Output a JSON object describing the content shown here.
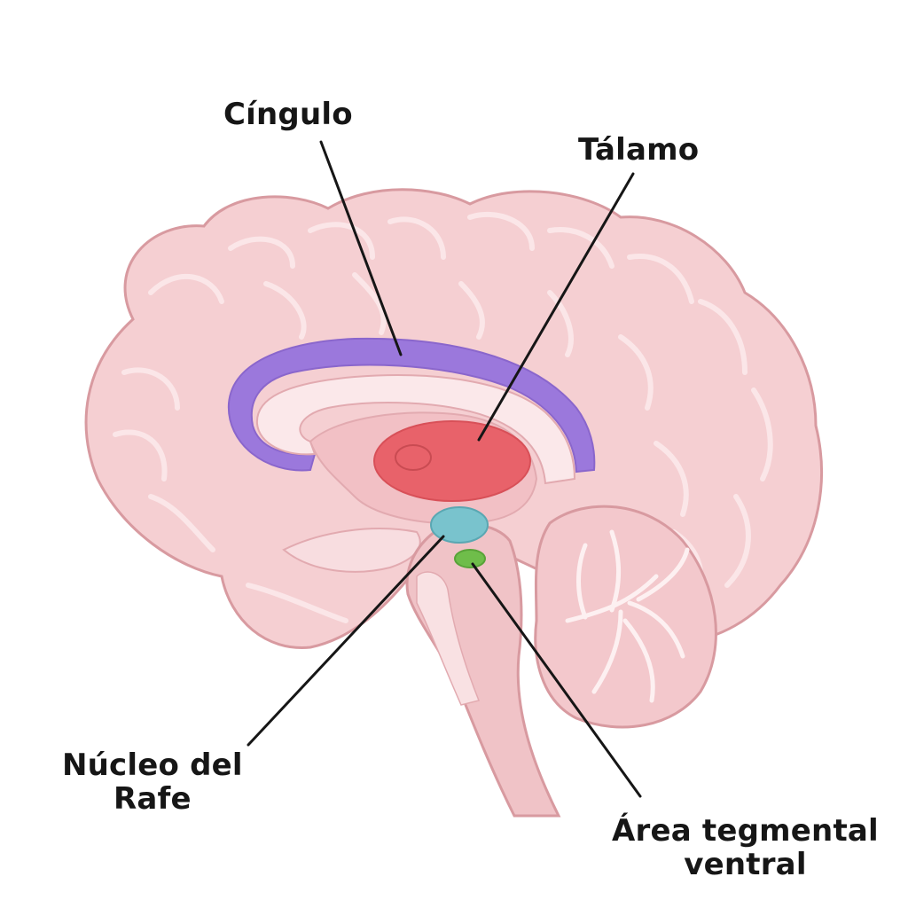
{
  "labels": {
    "cingulo": "Cíngulo",
    "talamo": "Tálamo",
    "nucleo_rafe_line1": "Núcleo del",
    "nucleo_rafe_line2": "Rafe",
    "area_tegmental_line1": "Área tegmental",
    "area_tegmental_line2": "ventral"
  },
  "colors": {
    "background": "#ffffff",
    "brain_fill": "#f5cfd2",
    "brain_outline": "#d89aa0",
    "gyri_lines": "#fbe6e8",
    "corpus_callosum": "#fbe8ea",
    "cingulate": "#9b78dc",
    "thalamus": "#e8626a",
    "raphe_nucleus": "#79c3cd",
    "ventral_tegmental_area": "#6fbd4a",
    "brainstem": "#f0c3c7",
    "cerebellum": "#f3c8cc",
    "leader_lines": "#161616"
  }
}
